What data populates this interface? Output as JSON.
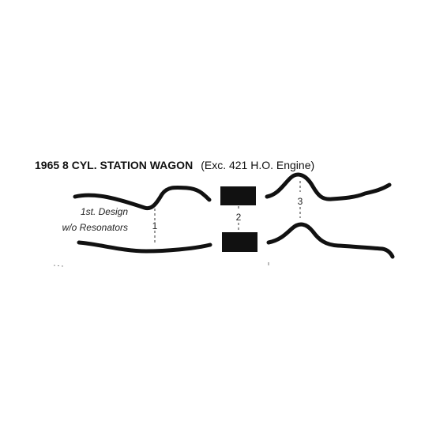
{
  "title": {
    "bold": "1965 8 CYL. STATION WAGON",
    "normal": "(Exc. 421 H.O. Engine)"
  },
  "design": {
    "line1": "1st. Design",
    "line2": "w/o Resonators"
  },
  "callouts": [
    "1",
    "2",
    "3"
  ],
  "colors": {
    "ink": "#111111",
    "background": "#ffffff"
  }
}
